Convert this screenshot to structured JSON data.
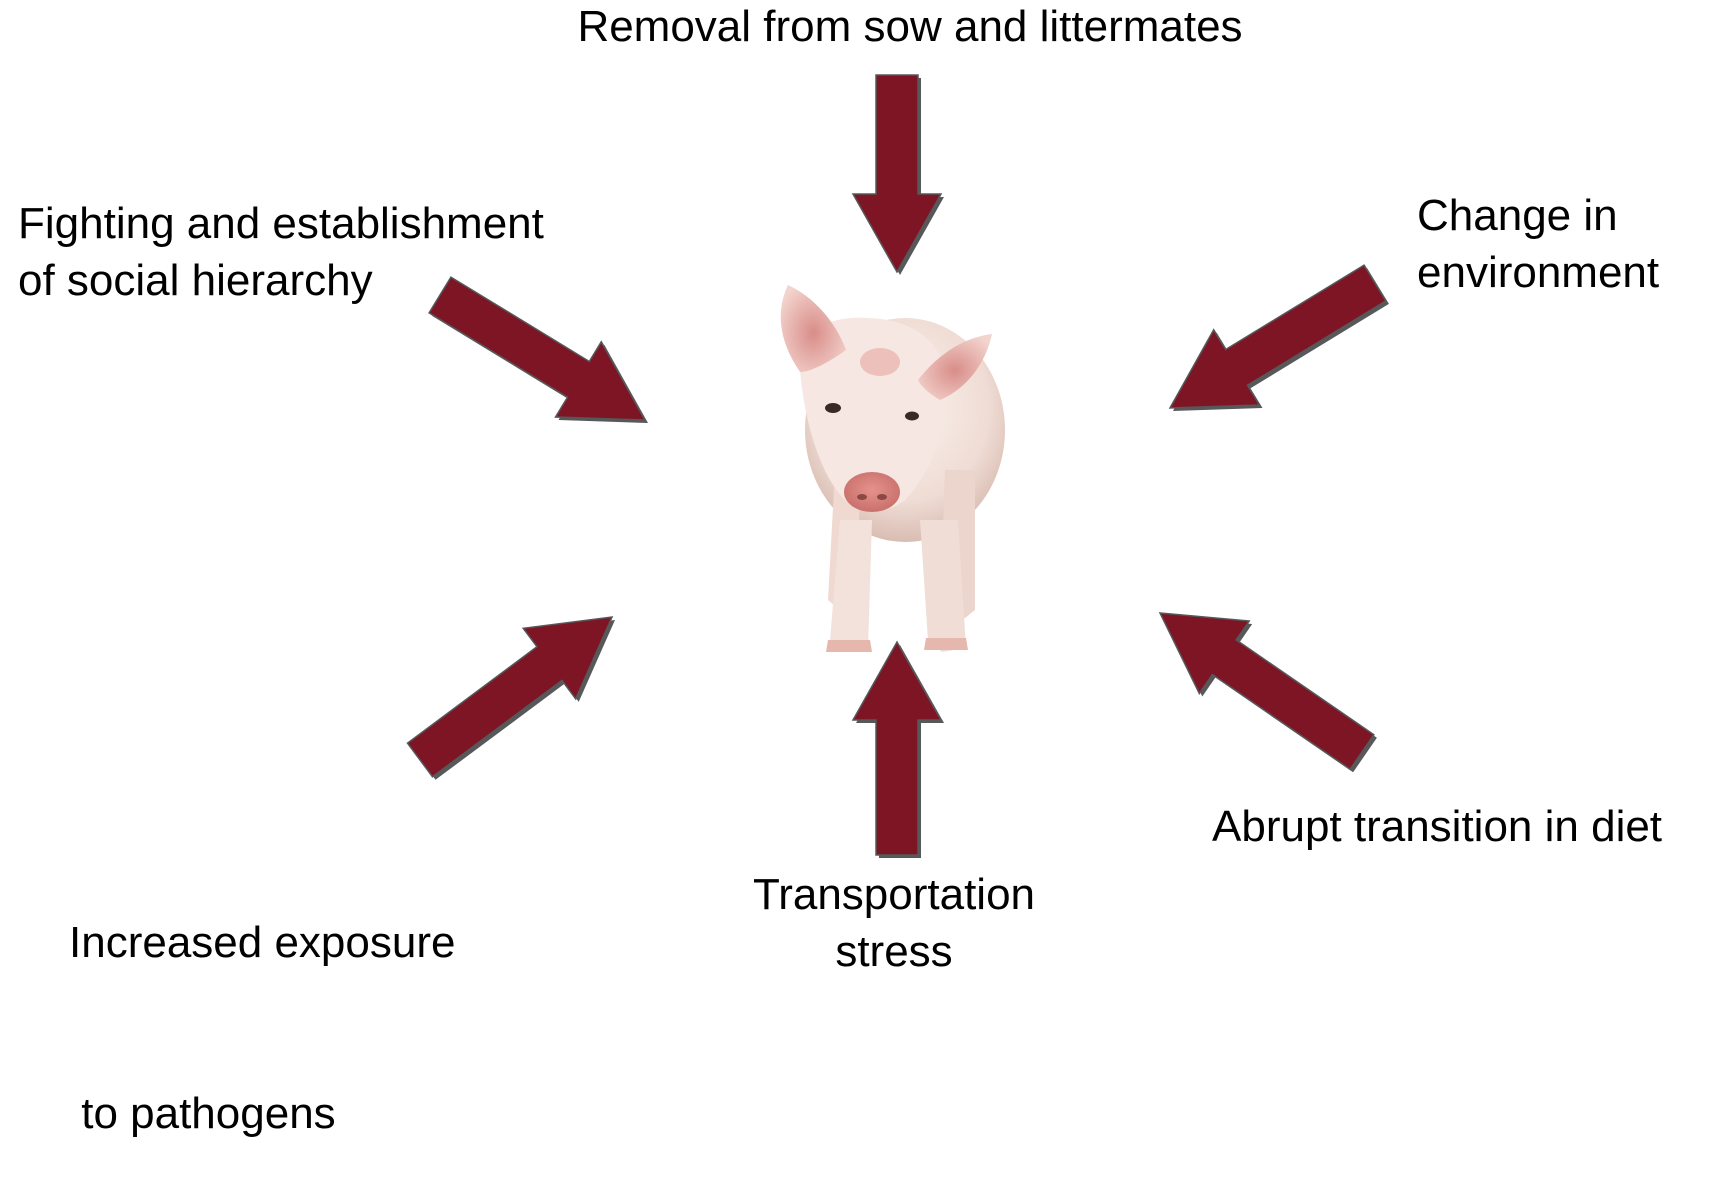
{
  "colors": {
    "arrow_fill": "#7e1525",
    "arrow_edge": "#57585a",
    "pig_skin": "#f2dfd8",
    "pig_pink": "#e4a6a0"
  },
  "icons": {
    "center_image": "piglet-image",
    "arrows": "arrow-icon"
  },
  "labels": {
    "top": {
      "lines": [
        "Removal from sow and littermates"
      ]
    },
    "upper_left": {
      "lines": [
        "Fighting and establishment",
        "of social hierarchy"
      ]
    },
    "upper_right": {
      "lines": [
        "Change in",
        "environment"
      ]
    },
    "lower_left": {
      "lines": [
        "Increased exposure",
        " to pathogens"
      ]
    },
    "bottom": {
      "lines": [
        "Transportation",
        "stress"
      ]
    },
    "lower_right": {
      "lines": [
        "Abrupt transition in diet"
      ]
    }
  }
}
